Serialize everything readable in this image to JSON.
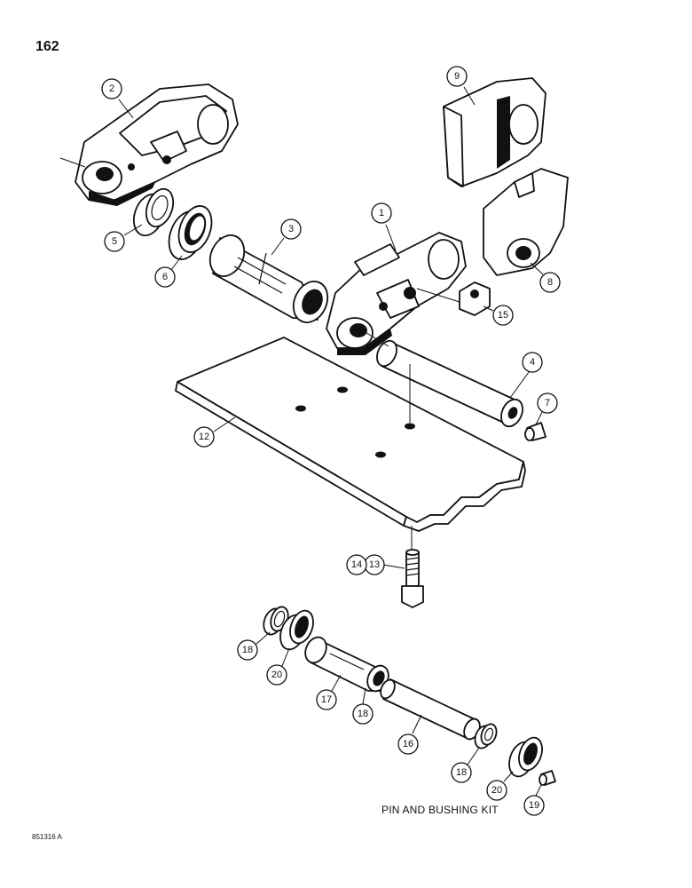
{
  "page": {
    "number": "162",
    "kit_label": "PIN AND BUSHING KIT",
    "drawing_id": "851316 A"
  },
  "callouts": [
    {
      "id": "c1",
      "label": "1"
    },
    {
      "id": "c2",
      "label": "2"
    },
    {
      "id": "c3",
      "label": "3"
    },
    {
      "id": "c4",
      "label": "4"
    },
    {
      "id": "c5",
      "label": "5"
    },
    {
      "id": "c6",
      "label": "6"
    },
    {
      "id": "c7",
      "label": "7"
    },
    {
      "id": "c8",
      "label": "8"
    },
    {
      "id": "c9",
      "label": "9"
    },
    {
      "id": "c12",
      "label": "12"
    },
    {
      "id": "c13",
      "label": "13"
    },
    {
      "id": "c14",
      "label": "14"
    },
    {
      "id": "c15",
      "label": "15"
    },
    {
      "id": "c16",
      "label": "16"
    },
    {
      "id": "c17",
      "label": "17"
    },
    {
      "id": "c18a",
      "label": "18"
    },
    {
      "id": "c18b",
      "label": "18"
    },
    {
      "id": "c18c",
      "label": "18"
    },
    {
      "id": "c19",
      "label": "19"
    },
    {
      "id": "c20a",
      "label": "20"
    },
    {
      "id": "c20b",
      "label": "20"
    }
  ]
}
